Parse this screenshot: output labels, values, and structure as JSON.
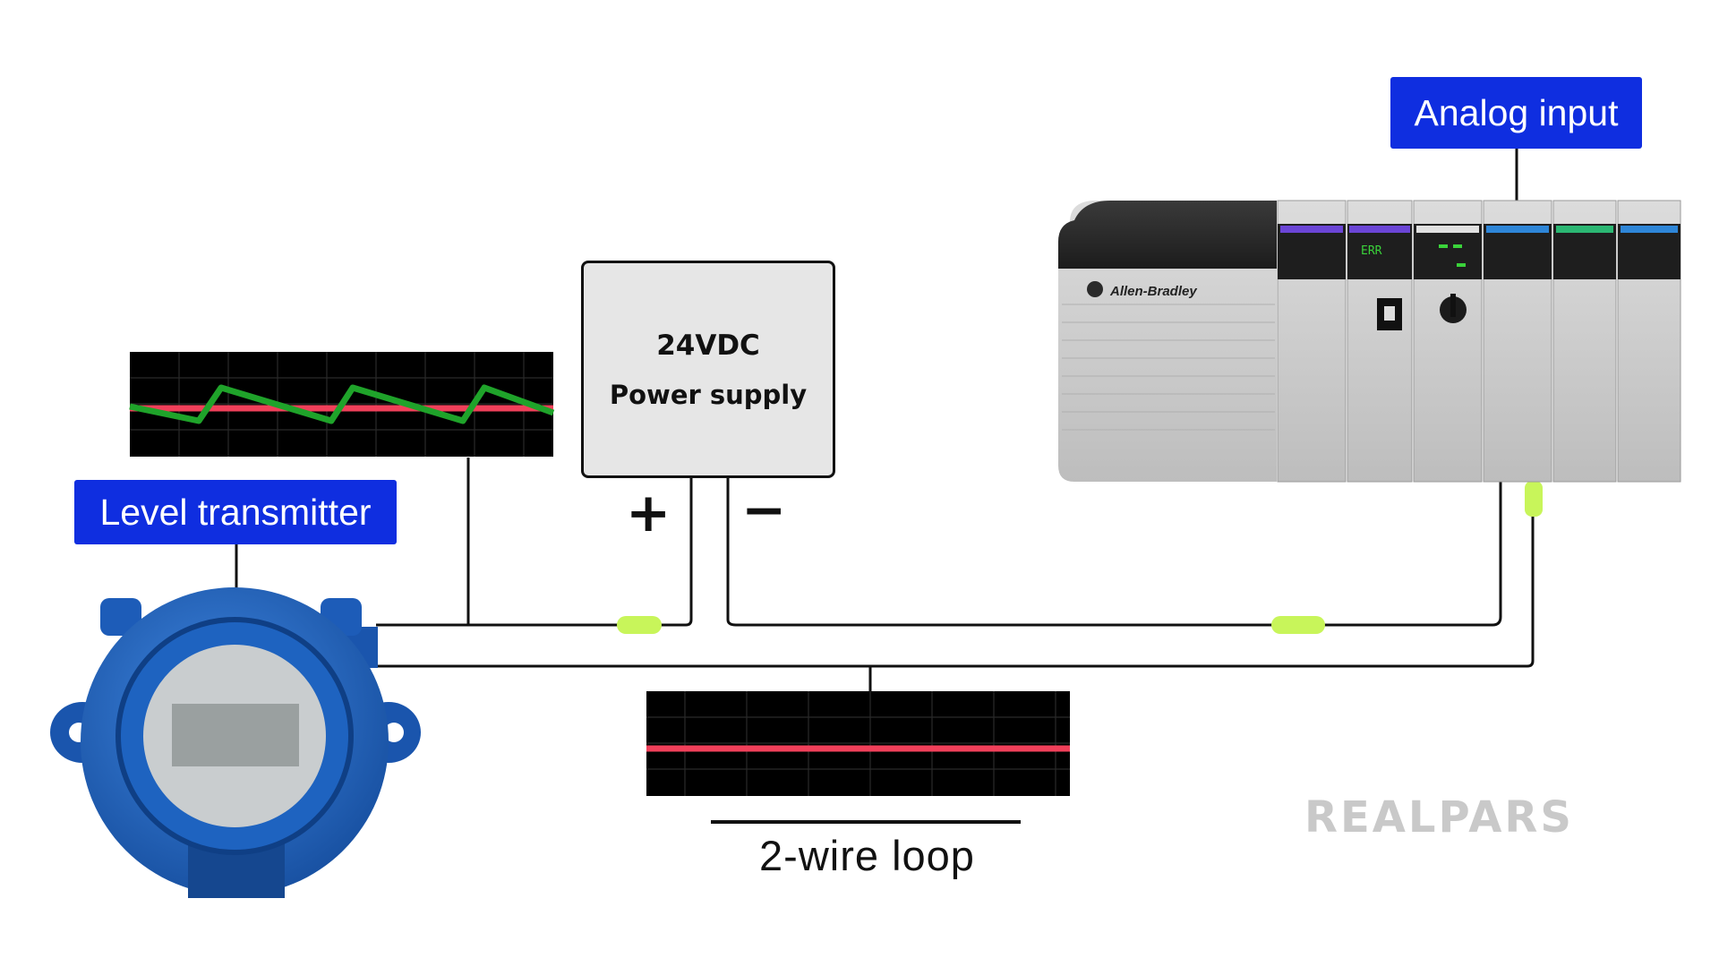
{
  "labels": {
    "level_transmitter": "Level transmitter",
    "analog_input": "Analog input"
  },
  "power_supply": {
    "line1": "24VDC",
    "line2": "Power supply",
    "plus": "+",
    "minus": "−"
  },
  "plc": {
    "brand": "Allen-Bradley",
    "module_status": "ERR"
  },
  "caption": "2-wire loop",
  "watermark": "REALPARS",
  "colors": {
    "label_bg": "#0f2ee0",
    "wire": "#111111",
    "signal_green": "#1fa32a",
    "signal_red": "#f0405a",
    "terminal": "#c8f55a",
    "transmitter_blue": "#1e63c0"
  },
  "icons": [
    "level-transmitter-icon",
    "plc-rack-icon",
    "oscilloscope-icon"
  ]
}
